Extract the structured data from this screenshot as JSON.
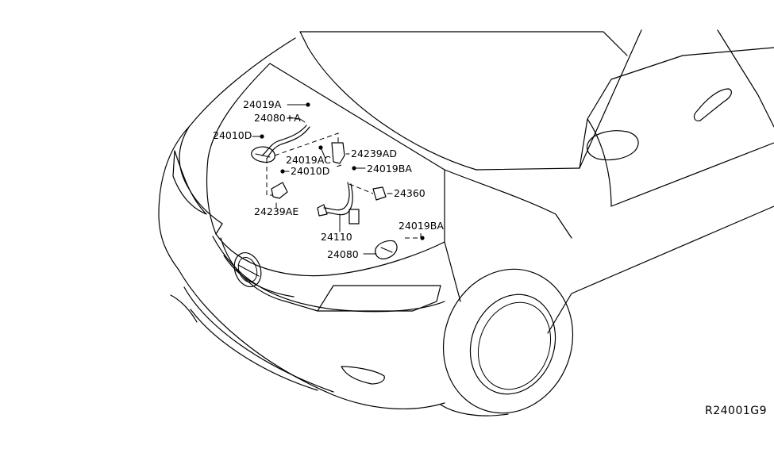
{
  "part_labels": {
    "p24019A": "24019A",
    "p24080A": "24080+A",
    "p24010D_top": "24010D",
    "p24239AD": "24239AD",
    "p24019AC": "24019AC",
    "p24010D_mid": "24010D",
    "p24019BA_top": "24019BA",
    "p24360": "24360",
    "p24239AE": "24239AE",
    "p24110": "24110",
    "p24019BA_bot": "24019BA",
    "p24080": "24080"
  },
  "diagram_ref": "R24001G9"
}
